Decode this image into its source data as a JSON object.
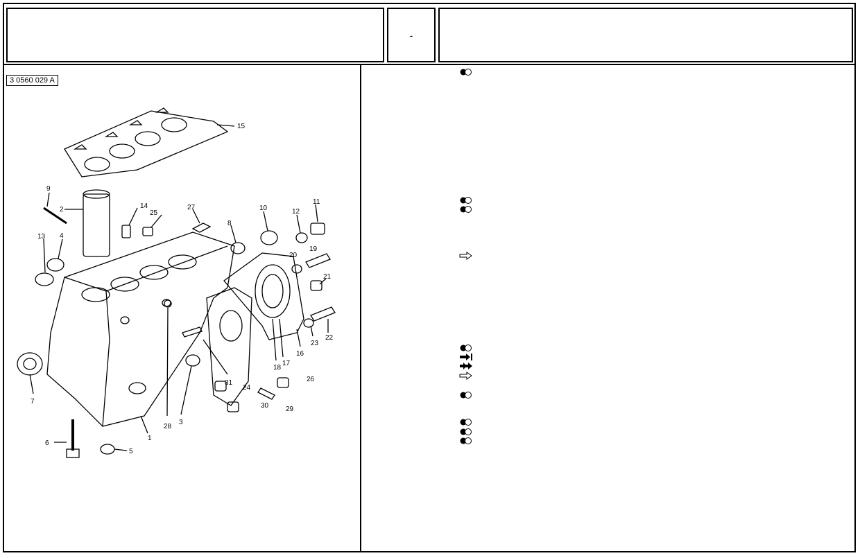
{
  "header": {
    "left_box": "",
    "middle_box": "-",
    "right_box": ""
  },
  "figure": {
    "reference": "3 0560 029 A",
    "callouts": [
      "1",
      "2",
      "3",
      "4",
      "5",
      "6",
      "7",
      "8",
      "9",
      "10",
      "11",
      "12",
      "13",
      "14",
      "15",
      "16",
      "17",
      "18",
      "19",
      "20",
      "21",
      "22",
      "23",
      "24",
      "25",
      "26",
      "27",
      "28",
      "29",
      "30",
      "31"
    ]
  },
  "legend_symbols": [
    {
      "icon": "half-filled-circles-icon",
      "row": 1
    },
    {
      "icon": "half-filled-circles-icon",
      "row": 2
    },
    {
      "icon": "half-filled-circles-icon",
      "row": 3
    },
    {
      "icon": "outline-arrow-icon",
      "row": 4
    },
    {
      "icon": "half-filled-circles-icon",
      "row": 5
    },
    {
      "icon": "arrow-bar-icon",
      "row": 6
    },
    {
      "icon": "double-arrow-icon",
      "row": 7
    },
    {
      "icon": "outline-arrow-icon",
      "row": 8
    },
    {
      "icon": "half-filled-circles-icon",
      "row": 9
    },
    {
      "icon": "half-filled-circles-icon",
      "row": 10
    },
    {
      "icon": "half-filled-circles-icon",
      "row": 11
    },
    {
      "icon": "half-filled-circles-icon",
      "row": 12
    }
  ]
}
